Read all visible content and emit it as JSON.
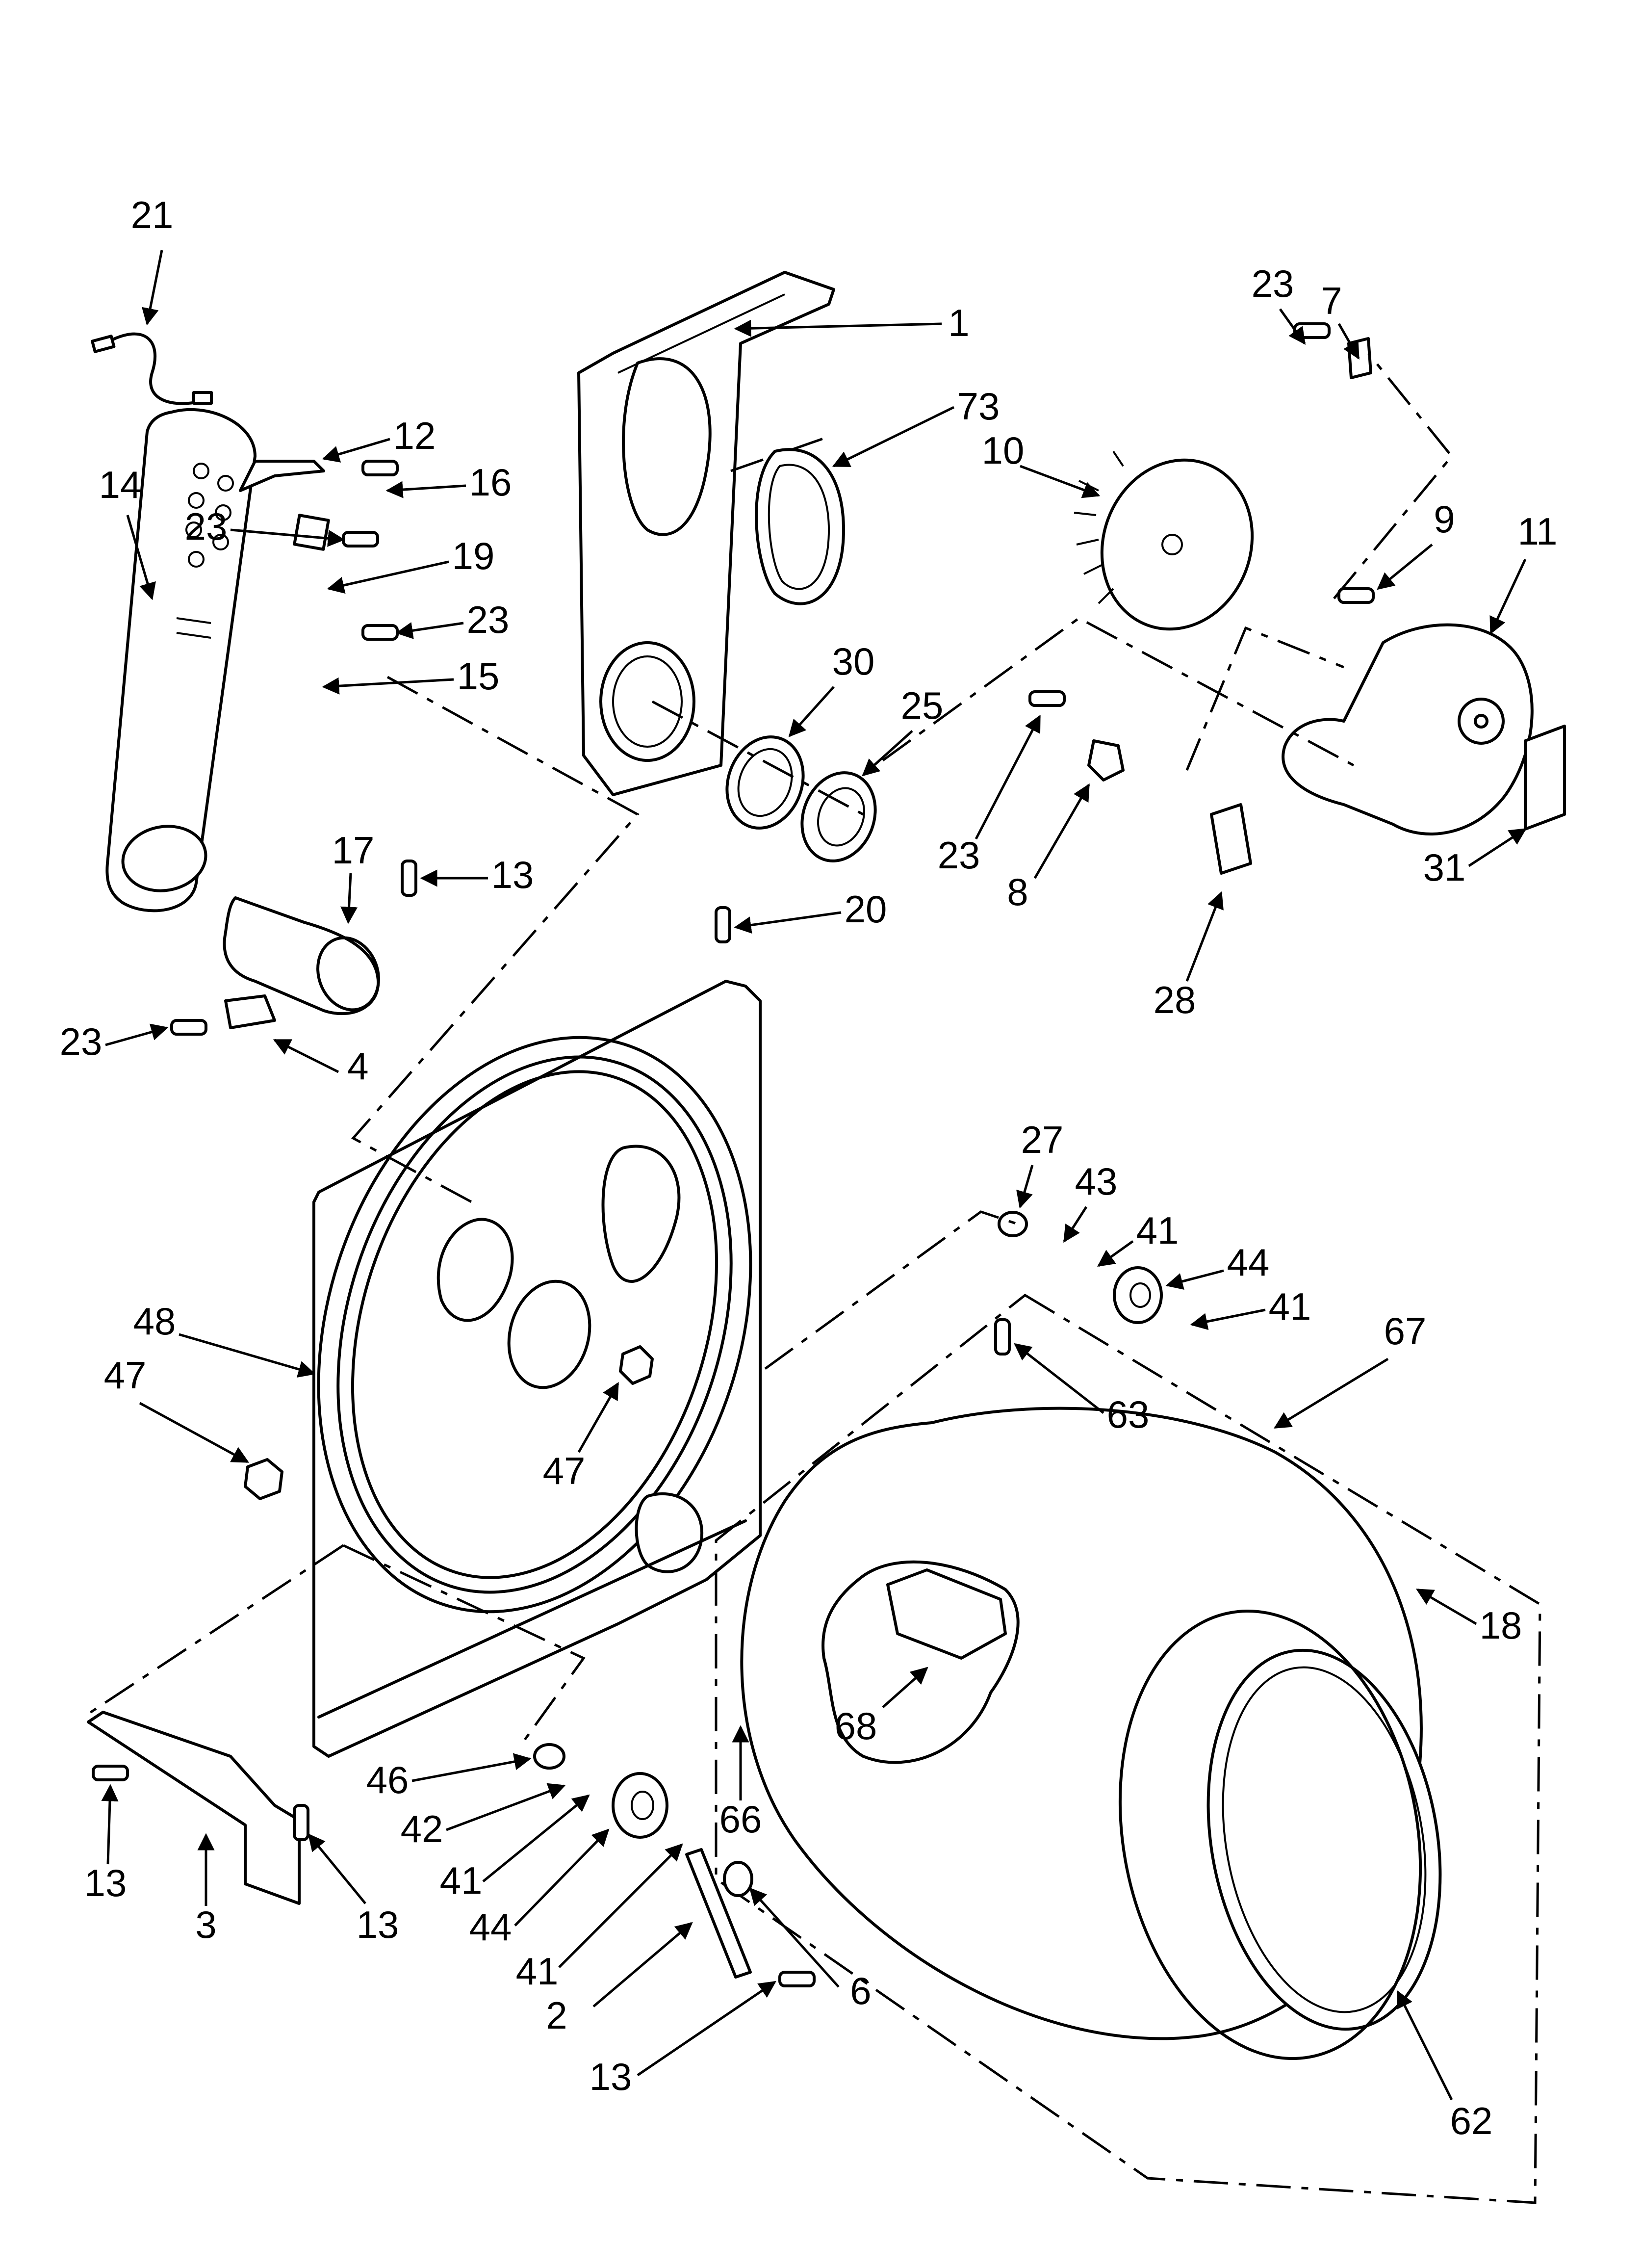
{
  "diagram": {
    "callouts": [
      {
        "id": "c21",
        "text": "21"
      },
      {
        "id": "c1",
        "text": "1"
      },
      {
        "id": "c73",
        "text": "73"
      },
      {
        "id": "c12",
        "text": "12"
      },
      {
        "id": "c16",
        "text": "16"
      },
      {
        "id": "c14",
        "text": "14"
      },
      {
        "id": "c23a",
        "text": "23"
      },
      {
        "id": "c19",
        "text": "19"
      },
      {
        "id": "c23b",
        "text": "23"
      },
      {
        "id": "c15",
        "text": "15"
      },
      {
        "id": "c30",
        "text": "30"
      },
      {
        "id": "c25",
        "text": "25"
      },
      {
        "id": "c23c",
        "text": "23"
      },
      {
        "id": "c7",
        "text": "7"
      },
      {
        "id": "c10",
        "text": "10"
      },
      {
        "id": "c9",
        "text": "9"
      },
      {
        "id": "c11",
        "text": "11"
      },
      {
        "id": "c23d",
        "text": "23"
      },
      {
        "id": "c8",
        "text": "8"
      },
      {
        "id": "c31",
        "text": "31"
      },
      {
        "id": "c28",
        "text": "28"
      },
      {
        "id": "c17",
        "text": "17"
      },
      {
        "id": "c13a",
        "text": "13"
      },
      {
        "id": "c20",
        "text": "20"
      },
      {
        "id": "c23e",
        "text": "23"
      },
      {
        "id": "c4",
        "text": "4"
      },
      {
        "id": "c27",
        "text": "27"
      },
      {
        "id": "c43",
        "text": "43"
      },
      {
        "id": "c41a",
        "text": "41"
      },
      {
        "id": "c44a",
        "text": "44"
      },
      {
        "id": "c41b",
        "text": "41"
      },
      {
        "id": "c67",
        "text": "67"
      },
      {
        "id": "c48",
        "text": "48"
      },
      {
        "id": "c47a",
        "text": "47"
      },
      {
        "id": "c63",
        "text": "63"
      },
      {
        "id": "c47b",
        "text": "47"
      },
      {
        "id": "c18",
        "text": "18"
      },
      {
        "id": "c68",
        "text": "68"
      },
      {
        "id": "c46",
        "text": "46"
      },
      {
        "id": "c42",
        "text": "42"
      },
      {
        "id": "c66",
        "text": "66"
      },
      {
        "id": "c41c",
        "text": "41"
      },
      {
        "id": "c44b",
        "text": "44"
      },
      {
        "id": "c41d",
        "text": "41"
      },
      {
        "id": "c13b",
        "text": "13"
      },
      {
        "id": "c3",
        "text": "3"
      },
      {
        "id": "c13c",
        "text": "13"
      },
      {
        "id": "c2",
        "text": "2"
      },
      {
        "id": "c6",
        "text": "6"
      },
      {
        "id": "c13d",
        "text": "13"
      },
      {
        "id": "c62",
        "text": "62"
      }
    ]
  }
}
